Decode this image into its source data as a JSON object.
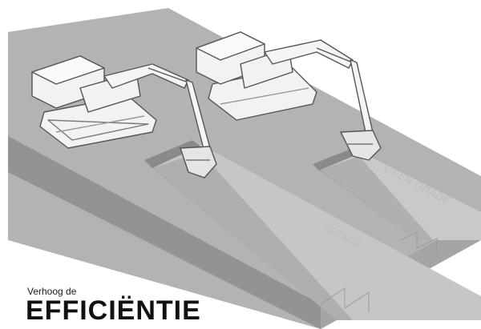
{
  "labels": {
    "grade": "GRADE",
    "no_grade": "GEEN GRADE"
  },
  "caption": {
    "prefix": "Verhoog de",
    "headline": "EFFICIËNTIE"
  },
  "colors": {
    "ground_top": "#b3b3b3",
    "ground_side": "#8e8e8e",
    "trench": "#9c9c9c",
    "trench_floor": "#c2c2c2",
    "machine": "#f2f2f2",
    "outline": "#555555"
  }
}
